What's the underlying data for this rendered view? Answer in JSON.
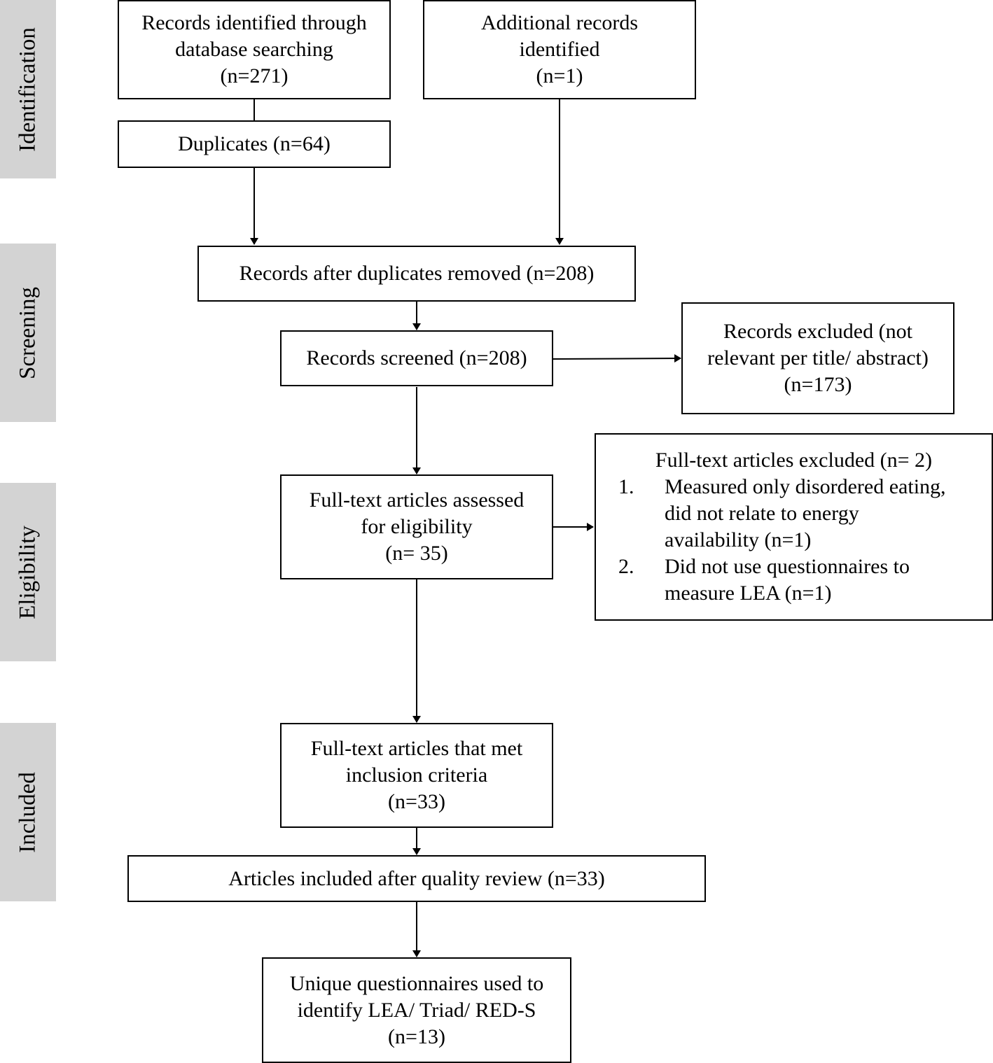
{
  "stages": [
    {
      "id": "identification",
      "label": "Identification"
    },
    {
      "id": "screening",
      "label": "Screening"
    },
    {
      "id": "eligibility",
      "label": "Eligibility"
    },
    {
      "id": "included",
      "label": "Included"
    }
  ],
  "boxes": {
    "database": {
      "lines": [
        "Records identified through",
        "database searching",
        "(n=271)"
      ]
    },
    "additional": {
      "lines": [
        "Additional records",
        "identified",
        "(n=1)"
      ]
    },
    "duplicates": {
      "lines": [
        "Duplicates (n=64)"
      ]
    },
    "after_duplicates": {
      "lines": [
        "Records after duplicates removed (n=208)"
      ]
    },
    "screened": {
      "lines": [
        "Records screened (n=208)"
      ]
    },
    "excluded_title": {
      "lines": [
        "Records excluded (not",
        "relevant per title/ abstract)",
        "(n=173)"
      ]
    },
    "fulltext_assessed": {
      "lines": [
        "Full-text articles assessed",
        "for eligibility",
        "(n= 35)"
      ]
    },
    "fulltext_excluded": {
      "heading": "Full-text articles excluded (n= 2)",
      "items": [
        {
          "number": "1.",
          "lines": [
            "Measured only disordered eating,",
            "did not relate to energy",
            "availability (n=1)"
          ]
        },
        {
          "number": "2.",
          "lines": [
            "Did not use questionnaires to",
            "measure LEA (n=1)"
          ]
        }
      ]
    },
    "met_criteria": {
      "lines": [
        "Full-text articles that met",
        "inclusion criteria",
        "(n=33)"
      ]
    },
    "quality_review": {
      "lines": [
        "Articles included after quality review (n=33)"
      ]
    },
    "unique_questionnaires": {
      "lines": [
        "Unique questionnaires used to",
        "identify LEA/ Triad/ RED-S",
        "(n=13)"
      ]
    }
  }
}
